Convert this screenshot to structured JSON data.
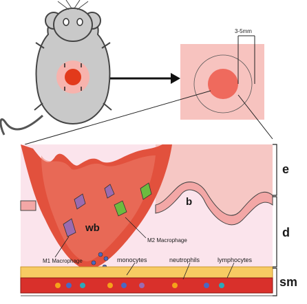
{
  "labels": {
    "measurement": "3-5mm",
    "layer_e": "e",
    "layer_d": "d",
    "layer_sm": "sm",
    "wound_bed": "wb",
    "label_b": "b",
    "m2": "M2 Macrophage",
    "m1": "M1 Macrophage",
    "monocytes": "monocytes",
    "neutrophils": "neutrophils",
    "lymphocytes": "lymphocytes"
  },
  "colors": {
    "mouse_body": "#c9c9c9",
    "wound_red": "#e23a1b",
    "wound_halo": "#f7b3ad",
    "skin_pink": "#f6c7c4",
    "epidermis": "#f3a7a6",
    "wound_bed": "#e2513d",
    "dermis": "#fbe4ec",
    "fat": "#f7cb63",
    "vessel": "#d9302b",
    "m1_cell": "#9b6bb0",
    "m2_cell": "#6dbb3f"
  }
}
